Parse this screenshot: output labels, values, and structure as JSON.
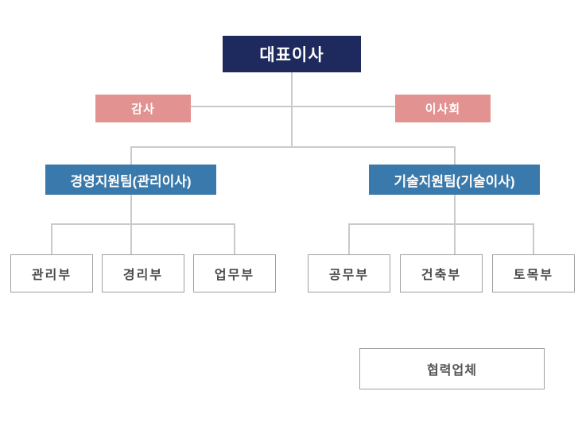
{
  "org": {
    "title": "organization-chart",
    "nodes": {
      "ceo": {
        "label": "대표이사"
      },
      "audit": {
        "label": "감사"
      },
      "board": {
        "label": "이사회"
      },
      "mgmt_team": {
        "label": "경영지원팀(관리이사)"
      },
      "tech_team": {
        "label": "기술지원팀(기술이사)"
      },
      "mgmt_depts": [
        {
          "label": "관리부"
        },
        {
          "label": "경리부"
        },
        {
          "label": "업무부"
        }
      ],
      "tech_depts": [
        {
          "label": "공무부"
        },
        {
          "label": "건축부"
        },
        {
          "label": "토목부"
        }
      ],
      "partner": {
        "label": "협력업체"
      }
    },
    "colors": {
      "ceo_bg": "#1e2a5e",
      "staff_bg": "#e29290",
      "team_bg": "#3a79ab",
      "connector_line": "#cacaca",
      "dept_border": "#a0a0a0",
      "dept_text": "#4a4a4a",
      "box_text": "#ffffff",
      "background": "#ffffff"
    }
  }
}
